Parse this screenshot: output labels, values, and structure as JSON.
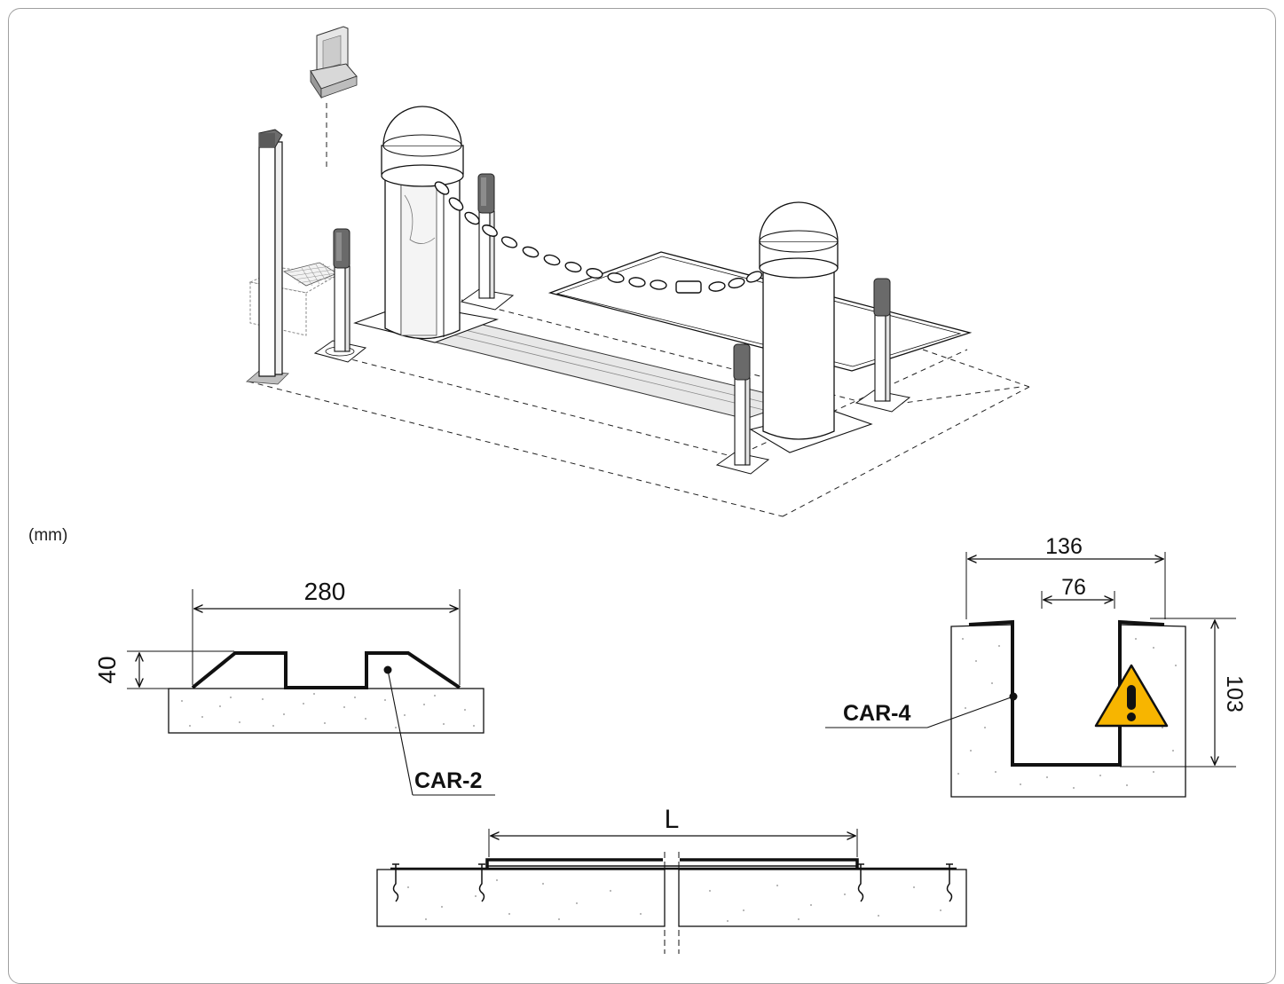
{
  "units_label": "(mm)",
  "dimensions": {
    "car2_width": "280",
    "car2_height": "40",
    "car4_outer_width": "136",
    "car4_inner_width": "76",
    "car4_depth": "103",
    "chain_length": "L"
  },
  "callouts": {
    "car2": "CAR-2",
    "car4": "CAR-4"
  },
  "icons": {
    "warning": "warning-icon"
  },
  "colors": {
    "warning_fill": "#f7b500",
    "line": "#111111",
    "concrete_dots": "#777777"
  }
}
